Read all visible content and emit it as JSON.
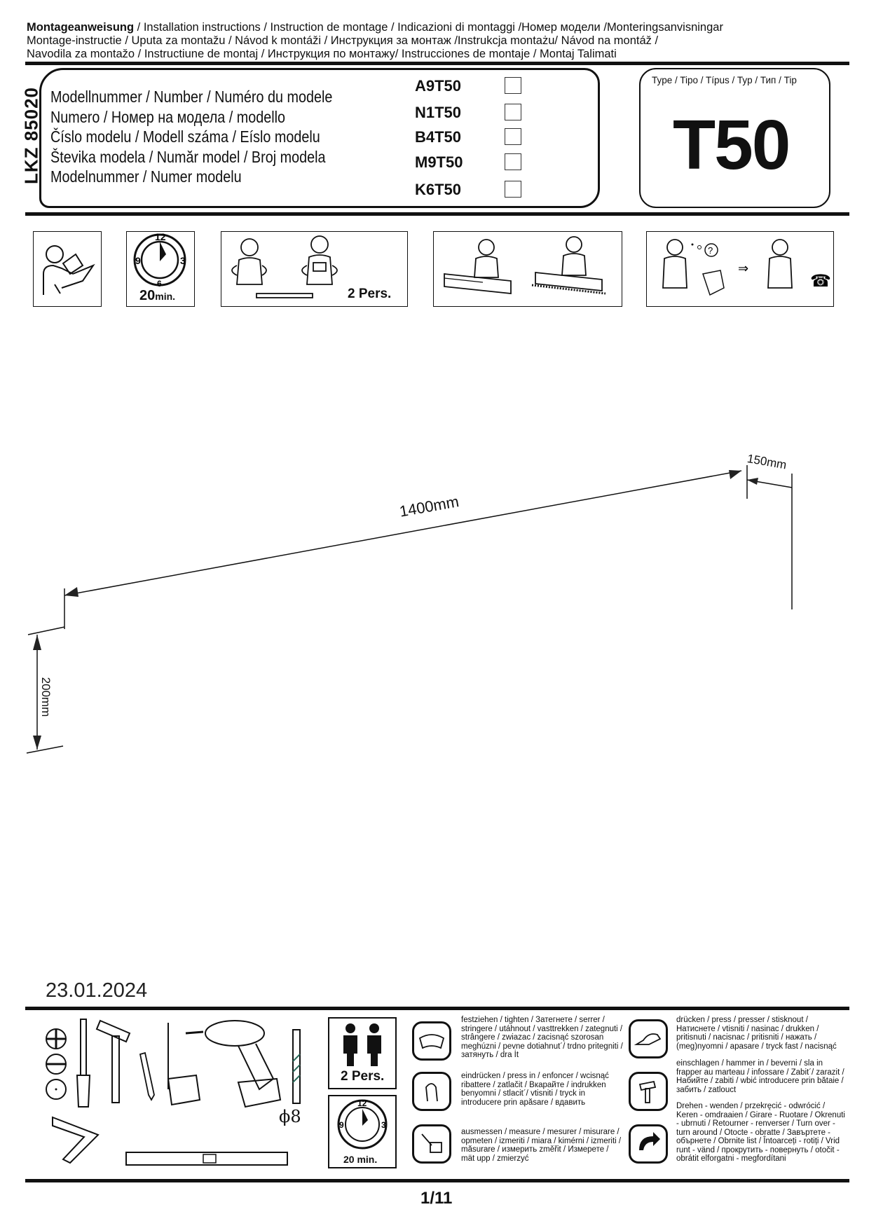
{
  "header": {
    "line1_bold": "Montageanweisung",
    "line1_rest": " / Installation instructions / Instruction de montage / Indicazioni di montaggi /Номер модели /Monteringsanvisningar",
    "line2": " Montage-instructie / Uputa za montažu / Návod k montáži / Инструкция за монтаж /Instrukcja montażu/ Návod na montáž /",
    "line3": "Navodila za montažo / Instructiune de montaj / Инструкция по монтажу/ Instrucciones de montaje / Montaj Talimati"
  },
  "model_panel": {
    "lkz": "LKZ 85020",
    "labels": [
      "Modellnummer / Number / Numéro du modele",
      "Numero /  Номер на модела / modello",
      "Číslo modelu / Modell száma / Eíslo modelu",
      "Števika modela / Număr model / Broj modela",
      "Modelnummer / Numer modelu"
    ],
    "codes": [
      {
        "code": "A9T50",
        "checked": false
      },
      {
        "code": "N1T50",
        "checked": false
      },
      {
        "code": "B4T50",
        "checked": false
      },
      {
        "code": "M9T50",
        "checked": false
      },
      {
        "code": "K6T50",
        "checked": false
      }
    ]
  },
  "type_panel": {
    "label": "Type / Tipo / Típus / Typ / Тип  / Tip",
    "value": "T50"
  },
  "pictograms": {
    "time": "20",
    "time_unit": "min.",
    "persons": "2 Pers."
  },
  "drawing": {
    "width_dim": "1400mm",
    "offset_dim": "150mm",
    "height_dim": "200mm"
  },
  "date": "23.01.2024",
  "tools": {
    "drill_bit": "ϕ8",
    "persons": "2 Pers.",
    "time": "20 min."
  },
  "legend": {
    "tighten": "festziehen / tighten / Затегнете / serrer / stringere / utáhnout / vasttrekken / zategnuti / strângere / zwiazac / zacisnąć szorosan meghúzni / pevne dotiahnut´/ trdno pritegniti / затянуть / dra İt",
    "press_in": "eindrücken / press in / enfoncer / wcisnąć ribattere / zatlačit / Вкарайте / indrukken benyomni / stlacit´/ vtisniti / tryck in introducere prin apăsare / вдавить",
    "measure": "ausmessen / measure / mesurer / misurare / opmeten / izmeriti / miara / kimérni / izmeriti / măsurare / измерить změřit / Измерете / mät upp / zmierzyć",
    "press": "drücken / press / presser / stisknout / Натиснете / vtisniti / nasinac / drukken / pritisnuti / nacisnac / pritisniti / нажать / (meg)nyomni / apasare / tryck fast / nacisnąć",
    "hammer": "einschlagen / hammer in / beverni / sla in frapper au marteau / infossare / Zabit´/ zarazit / Набийте / zabiti / wbić introducere prin bătaie / забить / zatlouct",
    "turn": "Drehen - wenden / przekręcić - odwrócić / Keren - omdraaien / Girare - Ruotare / Okrenuti - ubrnuti / Retourner - renverser / Turn over - turn around / Otocte - obratte / Завъртете - обърнете / Obrnite list / Întoarceți - rotiți / Vrid runt - vänd / прокрутить - повернуть / otočit - obrátit elforgatni - megfordítani"
  },
  "page": "1/11"
}
